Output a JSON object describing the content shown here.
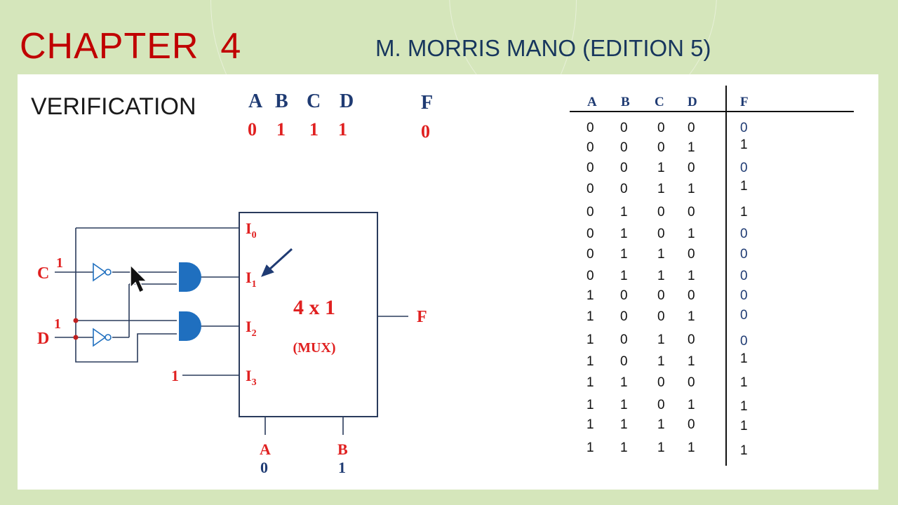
{
  "header": {
    "chapter": "CHAPTER  4",
    "book": "M. MORRIS MANO (EDITION 5)"
  },
  "verification": {
    "title": "VERIFICATION",
    "inputs": [
      {
        "name": "A",
        "value": "0"
      },
      {
        "name": "B",
        "value": "1"
      },
      {
        "name": "C",
        "value": "1"
      },
      {
        "name": "D",
        "value": "1"
      }
    ],
    "output": {
      "name": "F",
      "value": "0"
    }
  },
  "circuit": {
    "mux_label": "4 x 1",
    "mux_sublabel": "(MUX)",
    "data_inputs": [
      "I0",
      "I1",
      "I2",
      "I3"
    ],
    "c_input": {
      "name": "C",
      "value": "1"
    },
    "d_input": {
      "name": "D",
      "value": "1"
    },
    "i3_constant": "1",
    "select_a": {
      "name": "A",
      "value": "0"
    },
    "select_b": {
      "name": "B",
      "value": "1"
    },
    "output": "F"
  },
  "truth_table": {
    "headers": [
      "A",
      "B",
      "C",
      "D",
      "F"
    ],
    "rows": [
      [
        "0",
        "0",
        "0",
        "0",
        "0"
      ],
      [
        "0",
        "0",
        "0",
        "1",
        "1"
      ],
      [
        "0",
        "0",
        "1",
        "0",
        "0"
      ],
      [
        "0",
        "0",
        "1",
        "1",
        "1"
      ],
      [
        "0",
        "1",
        "0",
        "0",
        "1"
      ],
      [
        "0",
        "1",
        "0",
        "1",
        "0"
      ],
      [
        "0",
        "1",
        "1",
        "0",
        "0"
      ],
      [
        "0",
        "1",
        "1",
        "1",
        "0"
      ],
      [
        "1",
        "0",
        "0",
        "0",
        "0"
      ],
      [
        "1",
        "0",
        "0",
        "1",
        "0"
      ],
      [
        "1",
        "0",
        "1",
        "0",
        "0"
      ],
      [
        "1",
        "0",
        "1",
        "1",
        "1"
      ],
      [
        "1",
        "1",
        "0",
        "0",
        "1"
      ],
      [
        "1",
        "1",
        "0",
        "1",
        "1"
      ],
      [
        "1",
        "1",
        "1",
        "0",
        "1"
      ],
      [
        "1",
        "1",
        "1",
        "1",
        "1"
      ]
    ]
  },
  "colors": {
    "red": "#e02020",
    "navy": "#1f3b73",
    "gate_fill": "#1f6fbf",
    "background": "#d5e6bb"
  },
  "icons": {
    "pointer": "mouse-cursor-icon",
    "annotation": "arrow-icon"
  }
}
